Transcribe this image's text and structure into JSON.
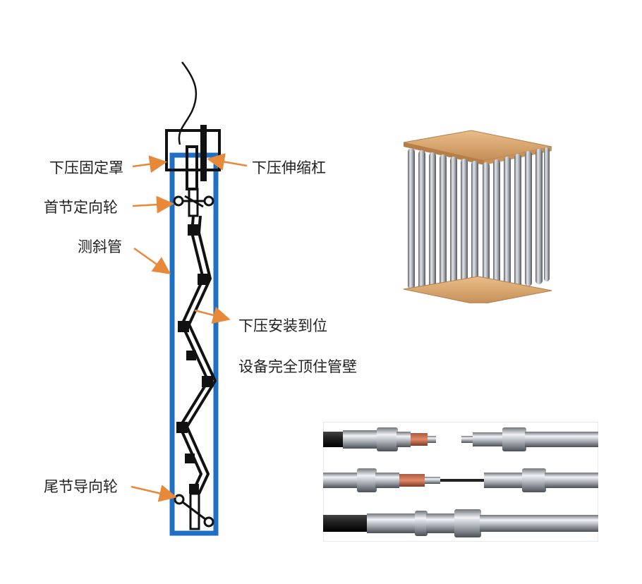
{
  "labels": {
    "press_cover": "下压固定罩",
    "press_rod": "下压伸缩杠",
    "first_wheel": "首节定向轮",
    "inclinometer_tube": "测斜管",
    "install_line1": "下压安装到位",
    "install_line2": "设备完全顶住管壁",
    "tail_wheel": "尾节导向轮"
  },
  "colors": {
    "tube_border": "#1f6fc2",
    "arrow": "#e8893a",
    "device": "#111111",
    "wood": "#d9a56e",
    "metal": "#a8adb3"
  },
  "icons": {
    "arrow": "arrow-icon",
    "wheel": "wheel-icon"
  }
}
